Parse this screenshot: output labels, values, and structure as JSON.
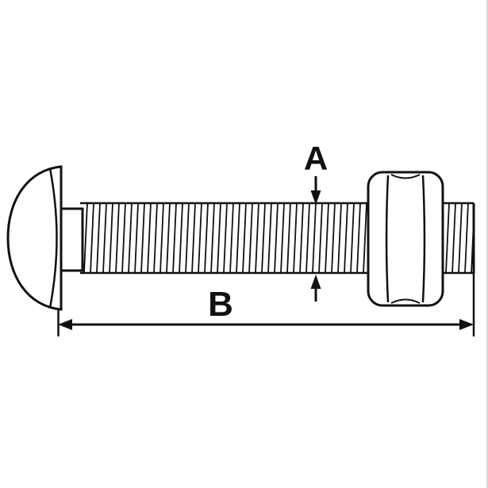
{
  "figure": {
    "type": "technical-line-drawing",
    "subject": "carriage-bolt-with-hex-nut",
    "labels": {
      "a": "A",
      "b": "B"
    },
    "colors": {
      "line": "#111111",
      "background": "#ffffff",
      "edge_border": "#d9d9d9"
    }
  }
}
